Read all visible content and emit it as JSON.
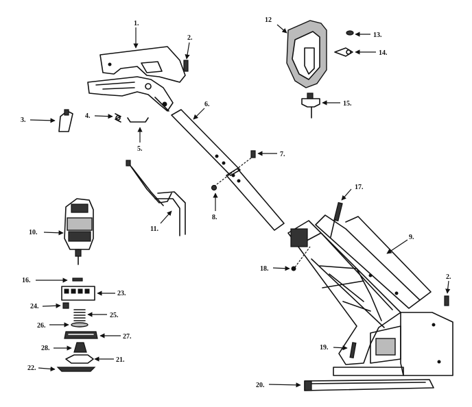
{
  "callouts": {
    "c1": "1.",
    "c2a": "2.",
    "c2b": "2.",
    "c3": "3.",
    "c4": "4.",
    "c5": "5.",
    "c6": "6.",
    "c7": "7.",
    "c8": "8.",
    "c9": "9.",
    "c10": "10.",
    "c11": "11.",
    "c12": "12",
    "c13": "13.",
    "c14": "14.",
    "c15": "15.",
    "c16": "16.",
    "c17": "17.",
    "c18": "18.",
    "c19": "19.",
    "c20": "20.",
    "c21": "21.",
    "c22": "22.",
    "c23": "23.",
    "c24": "24.",
    "c25": "25.",
    "c26": "26.",
    "c27": "27.",
    "c28": "28."
  }
}
